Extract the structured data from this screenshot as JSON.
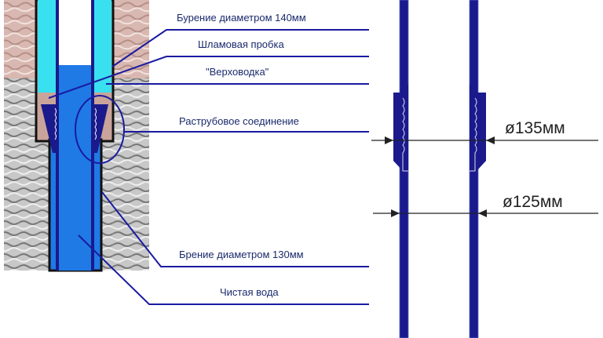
{
  "labels": {
    "drill140": "Бурение диаметром 140мм",
    "sludge_plug": "Шламовая пробка",
    "perched_water": "\"Верховодка\"",
    "socket_joint": "Раструбовое соединение",
    "drill130": "Брение диаметром 130мм",
    "clean_water": "Чистая вода"
  },
  "dimensions": {
    "socket": "ø135мм",
    "pipe": "ø125мм"
  },
  "colors": {
    "leader": "#1a1aa0",
    "pipe": "#1a1a8c",
    "water": "#1f7ae6",
    "perched": "#38e0f0",
    "clay": "#c9a49a",
    "rock": "#bfbfbf"
  }
}
